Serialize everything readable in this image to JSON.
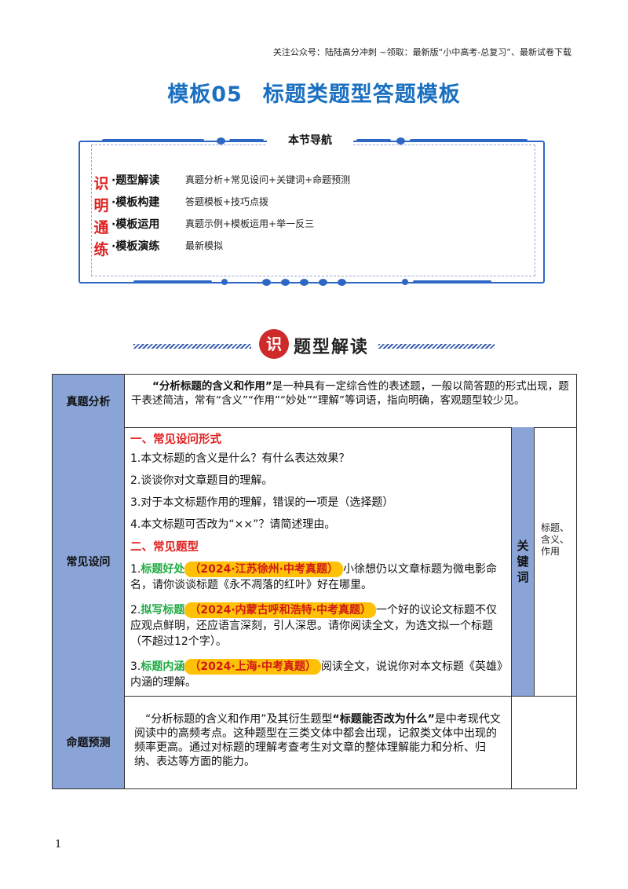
{
  "header_note": "关注公众号：陆陆高分冲刺 ~领取：最新版“小中高考-总复习”、最新试卷下载",
  "title": {
    "part1": "模板05",
    "part2": "标题类题型答题模板"
  },
  "nav": {
    "title": "本节导航",
    "side_chars": [
      "识",
      "明",
      "通",
      "练"
    ],
    "items": [
      {
        "label": "题型解读",
        "desc": "真题分析+常见设问+关键词+命题预测"
      },
      {
        "label": "模板构建",
        "desc": "答题模板+技巧点拨"
      },
      {
        "label": "模板运用",
        "desc": "真题示例+模板运用+举一反三"
      },
      {
        "label": "模板演练",
        "desc": "最新模拟"
      }
    ]
  },
  "banner": {
    "seal": "识",
    "text": "题型解读"
  },
  "table": {
    "row1": {
      "label": "真题分析",
      "bold_lead": "“分析标题的含义和作用”",
      "text": "是一种具有一定综合性的表述题，一般以简答题的形式出现，题干表述简洁，常有“含义”“作用”“妙处”“理解”等词语，指向明确，客观题型较少见。"
    },
    "row2": {
      "label": "常见设问",
      "sec1_title": "一、常见设问形式",
      "questions": [
        "1.本文标题的含义是什么？有什么表达效果？",
        "2.谈谈你对文章题目的理解。",
        "3.对于本文标题作用的理解，错误的一项是（选择题）",
        "4.本文标题可否改为“××”？请简述理由。"
      ],
      "sec2_title": "二、常见题型",
      "types": [
        {
          "num": "1.",
          "name": "标题好处",
          "tag": "（2024·江苏徐州·中考真题）",
          "text": "小徐想仍以文章标题为微电影命名，请你谈谈标题《永不凋落的红叶》好在哪里。"
        },
        {
          "num": "2.",
          "name": "拟写标题",
          "tag": "（2024·内蒙古呼和浩特·中考真题）",
          "text": "一个好的议论文标题不仅应观点鲜明，还应语言深刻，引人深思。请你阅读全文，为选文拟一个标题（不超过12个字）。"
        },
        {
          "num": "3.",
          "name": "标题内涵",
          "tag": "（2024·上海·中考真题）",
          "text": "阅读全文，说说你对本文标题《英雄》内涵的理解。"
        }
      ],
      "keyword_label": "关键词",
      "keyword_value": "标题、含义、作用"
    },
    "row3": {
      "label": "命题预测",
      "text_a": "“分析标题的含义和作用”及其衍生题型",
      "bold_mid": "“标题能否改为什么”",
      "text_b": "是中考现代文阅读中的高频考点。这种题型在三类文体中都会出现，记叙类文体中出现的频率更高。通过对标题的理解考查考生对文章的整体理解能力和分析、归纳、表达等方面的能力。"
    }
  },
  "page_number": "1"
}
